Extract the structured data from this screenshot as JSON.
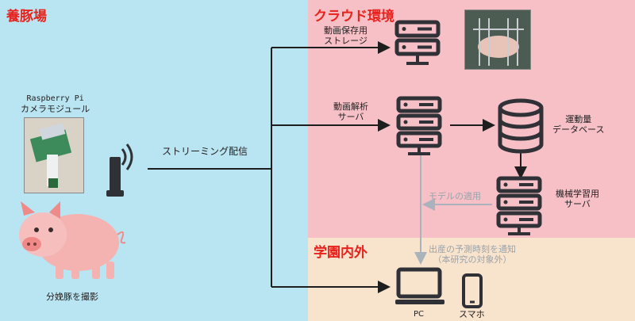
{
  "regions": {
    "farm": "養豚場",
    "cloud": "クラウド環境",
    "campus": "学園内外"
  },
  "labels": {
    "storage": [
      "動画保存用",
      "ストレージ"
    ],
    "analysis": [
      "動画解析",
      "サーバ"
    ],
    "db": [
      "運動量",
      "データベース"
    ],
    "ml": [
      "機械学習用",
      "サーバ"
    ],
    "camera_line1": "Raspberry Pi",
    "camera_line2": "カメラモジュール",
    "streaming": "ストリーミング配信",
    "pig_caption": "分娩豚を撮影",
    "model_apply": "モデルの適用",
    "notify_line1": "出産の予測時刻を通知",
    "notify_line2": "（本研究の対象外）",
    "pc": "PC",
    "phone": "スマホ"
  },
  "colors": {
    "farm_bg": "#b9e4f2",
    "cloud_bg": "#f7bfc6",
    "campus_bg": "#f8e3cc",
    "title_red": "#e8221c",
    "icon_dark": "#2f3136",
    "grey_line": "#aab3bb",
    "pig_pink": "#f4b3b1"
  }
}
